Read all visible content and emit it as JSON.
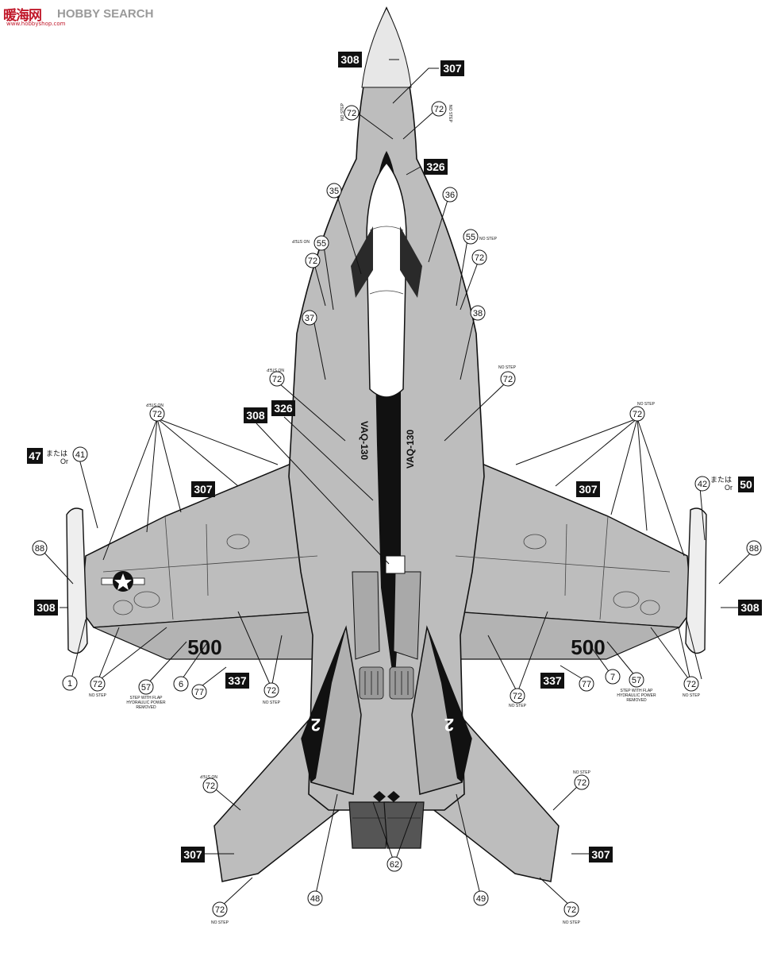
{
  "watermark": {
    "logo_text": "暖海网",
    "logo_sub": "www.hobbyshop.com",
    "text": "HOBBY SEARCH"
  },
  "colors": {
    "aircraft_gray": "#bdbdbd",
    "black": "#111111",
    "radome": "#e7e7e7",
    "white": "#ffffff"
  },
  "labels": {
    "box_308": "308",
    "box_307": "307",
    "box_326": "326",
    "box_337": "337",
    "box_47": "47",
    "box_50": "50",
    "c72": "72",
    "c35": "35",
    "c36": "36",
    "c55": "55",
    "c37": "37",
    "c38": "38",
    "c41": "41",
    "c42": "42",
    "c88": "88",
    "c1": "1",
    "c6": "6",
    "c7": "7",
    "c57": "57",
    "c77": "77",
    "c48": "48",
    "c49": "49",
    "c62": "62",
    "or_jp": "または",
    "or_en": "Or",
    "no_step": "NO STEP",
    "flap_note_1": "STEP WITH FLAP",
    "flap_note_2": "HYDRAULIC POWER",
    "flap_note_3": "REMOVED",
    "squadron": "VAQ-130",
    "modex": "500",
    "tail_num": "2"
  }
}
